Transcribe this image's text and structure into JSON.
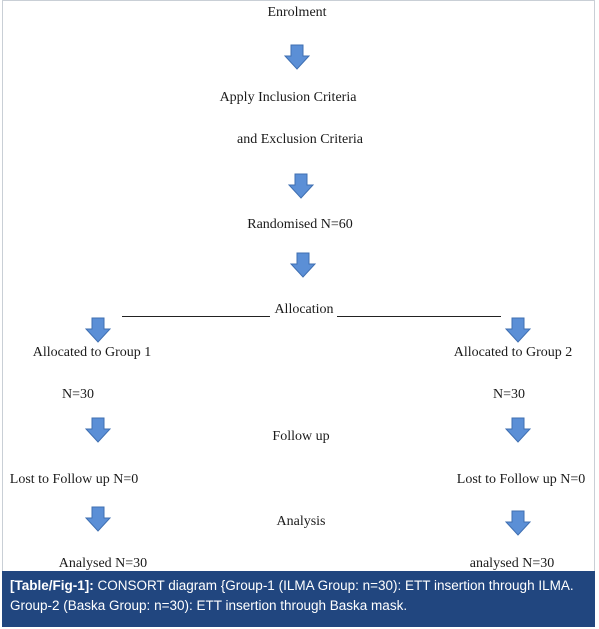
{
  "nodes": {
    "enrolment": "Enrolment",
    "inclusion": "Apply Inclusion Criteria",
    "exclusion": "and Exclusion Criteria",
    "randomised": "Randomised N=60",
    "allocation": "Allocation",
    "allocated_1": "Allocated to Group 1",
    "n_1": "N=30",
    "allocated_2": "Allocated to Group 2",
    "n_2": "N=30",
    "follow_up": "Follow up",
    "lost_1": "Lost to Follow up N=0",
    "lost_2": "Lost to Follow up N=0",
    "analysis": "Analysis",
    "analysed_1": "Analysed N=30",
    "analysed_2": "analysed N=30"
  },
  "caption": {
    "label": "[Table/Fig-1]:",
    "text": " CONSORT diagram {Group-1 (ILMA Group: n=30): ETT insertion through ILMA. Group-2 (Baska Group: n=30): ETT insertion through Baska mask."
  },
  "colors": {
    "arrow_fill": "#5b8fd6",
    "arrow_stroke": "#3f6fb1",
    "caption_bg": "#21467f"
  }
}
